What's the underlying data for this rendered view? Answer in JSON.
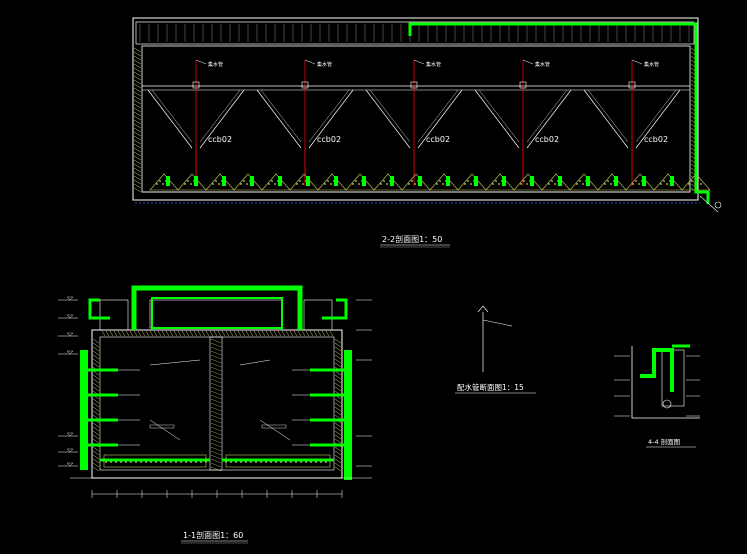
{
  "drawing": {
    "background": "#000000",
    "colors": {
      "wall": "#ffffff",
      "pipe": "#00ff00",
      "axis": "#ff0000",
      "hatch": "#c8c860",
      "dim": "#3366ff"
    },
    "section_2_2": {
      "title": "2-2剖面图1：50",
      "hopper_tags": [
        "ccb02",
        "ccb02",
        "ccb02",
        "ccb02",
        "ccb02"
      ],
      "pipe_label": "集水管"
    },
    "section_1_1": {
      "title": "1-1剖面图1：60"
    },
    "distribution_pipe": {
      "title": "配水管断面图1：15"
    },
    "section_4_4": {
      "title": "4-4 剖面图"
    }
  }
}
